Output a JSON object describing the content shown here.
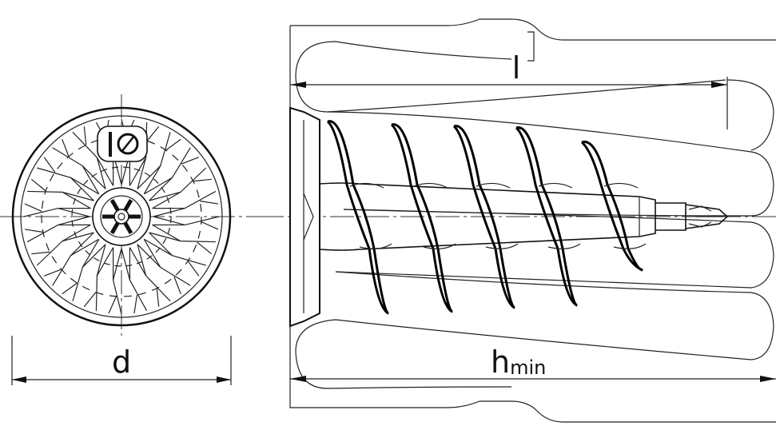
{
  "labels": {
    "diameter": "d",
    "length": "l",
    "min_thickness_main": "h",
    "min_thickness_sub": "min"
  },
  "colors": {
    "line": "#111111",
    "background": "#ffffff"
  },
  "icons": [
    "dowel-front-view",
    "dowel-side-view",
    "logo-mark"
  ]
}
